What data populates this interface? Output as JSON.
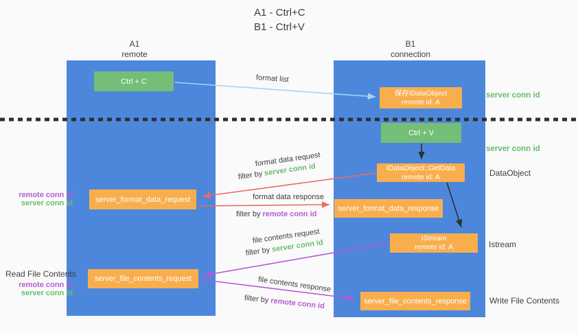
{
  "title": {
    "line1": "A1 - Ctrl+C",
    "line2": "B1 - Ctrl+V"
  },
  "lanes": {
    "left": {
      "name": "A1",
      "role": "remote"
    },
    "right": {
      "name": "B1",
      "role": "connection"
    }
  },
  "nodes": {
    "ctrl_c": {
      "label": "Ctrl + C"
    },
    "ctrl_v": {
      "label": "Ctrl + V"
    },
    "save_dataobject": {
      "line1": "保存IDataObject",
      "line2": "remote id: A"
    },
    "getdata": {
      "line1": "IDataObject::GetData",
      "line2": "remote id: A"
    },
    "istream": {
      "line1": "IStream",
      "line2": "remote id: A"
    },
    "format_request": {
      "label": "server_format_data_request"
    },
    "format_response": {
      "label": "server_format_data_response"
    },
    "file_request": {
      "label": "server_file_contents_request"
    },
    "file_response": {
      "label": "server_file_contents_response"
    }
  },
  "edge_labels": {
    "format_list": "format list",
    "format_data_request": "format data request",
    "format_data_request_filter_prefix": "filter by ",
    "format_data_request_filter_key": "server conn id",
    "format_data_response": "format data response",
    "format_data_response_filter_prefix": "filter by ",
    "format_data_response_filter_key": "remote conn id",
    "file_contents_request": "file contents request",
    "file_contents_request_filter_prefix": "filter by ",
    "file_contents_request_filter_key": "server conn id",
    "file_contents_response": "file contents response",
    "file_contents_response_filter_prefix": "filter by ",
    "file_contents_response_filter_key": "remote conn id"
  },
  "side_labels": {
    "server_conn_id_top": "server conn id",
    "server_conn_id_mid": "server conn id",
    "dataobject": "DataObject",
    "istream": "Istream",
    "write_file_contents": "Write File Contents",
    "read_file_contents": "Read File Contents",
    "left_pair1_remote": "remote conn id",
    "left_pair1_server": "server conn id",
    "left_pair2_remote": "remote conn id",
    "left_pair2_server": "server conn id"
  },
  "colors": {
    "lane_blue": "#4d87db",
    "node_green": "#74be78",
    "node_orange": "#f9ae4e",
    "arrow_lightblue": "#a6d3f2",
    "arrow_red": "#ec6a64",
    "arrow_magenta": "#ba55d3",
    "arrow_black": "#2f2f2f",
    "text_green": "#67bd6b",
    "text_purple": "#b55bd3",
    "text_dark": "#3d3d3d"
  }
}
